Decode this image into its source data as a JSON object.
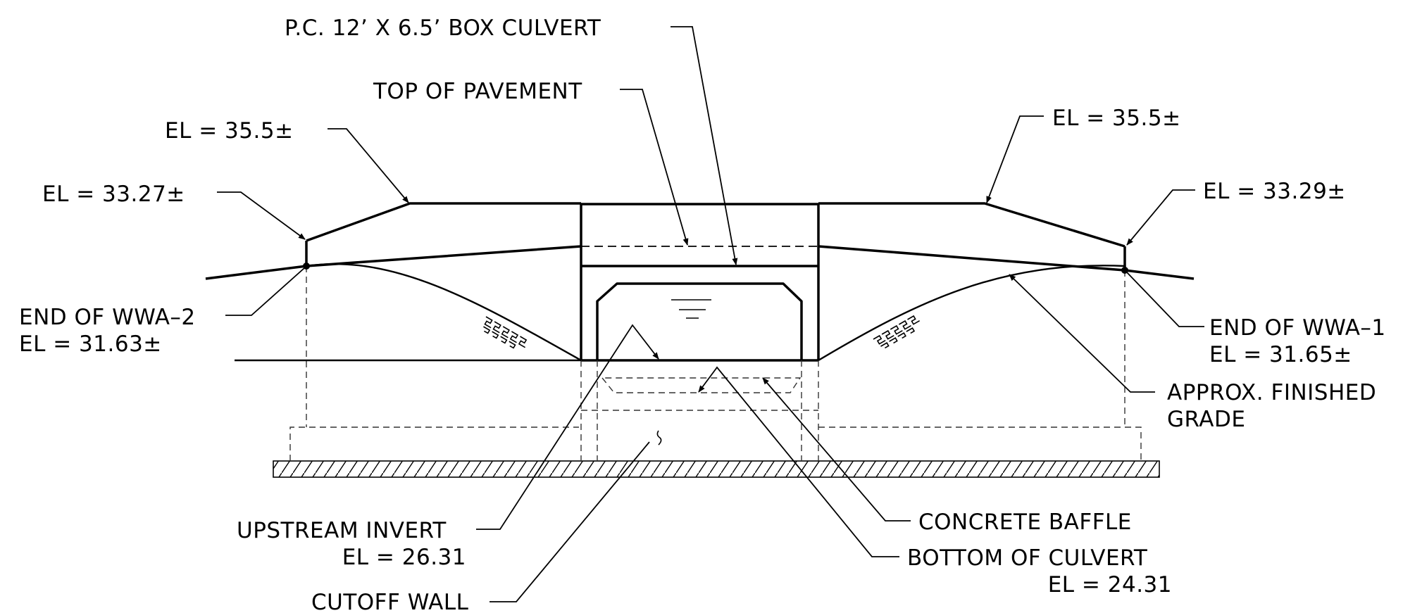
{
  "labels": {
    "box_culvert": "P.C. 12’ X 6.5’ BOX CULVERT",
    "top_of_pavement": "TOP OF PAVEMENT",
    "el_left_top": "EL = 35.5±",
    "el_left_shoulder": "EL = 33.27±",
    "end_wwa2_line1": "END OF WWA–2",
    "end_wwa2_line2": "EL = 31.63±",
    "el_right_top": "EL = 35.5±",
    "el_right_shoulder": "EL = 33.29±",
    "end_wwa1_line1": "END OF WWA–1",
    "end_wwa1_line2": "EL = 31.65±",
    "finished_grade_line1": "APPROX. FINISHED",
    "finished_grade_line2": "GRADE",
    "upstream_invert_line1": "UPSTREAM INVERT",
    "upstream_invert_line2": "EL = 26.31",
    "cutoff_wall": "CUTOFF WALL",
    "concrete_baffle": "CONCRETE BAFFLE",
    "bottom_culvert_line1": "BOTTOM OF CULVERT",
    "bottom_culvert_line2": "EL = 24.31"
  },
  "colors": {
    "ink": "#000000",
    "background": "#ffffff"
  }
}
